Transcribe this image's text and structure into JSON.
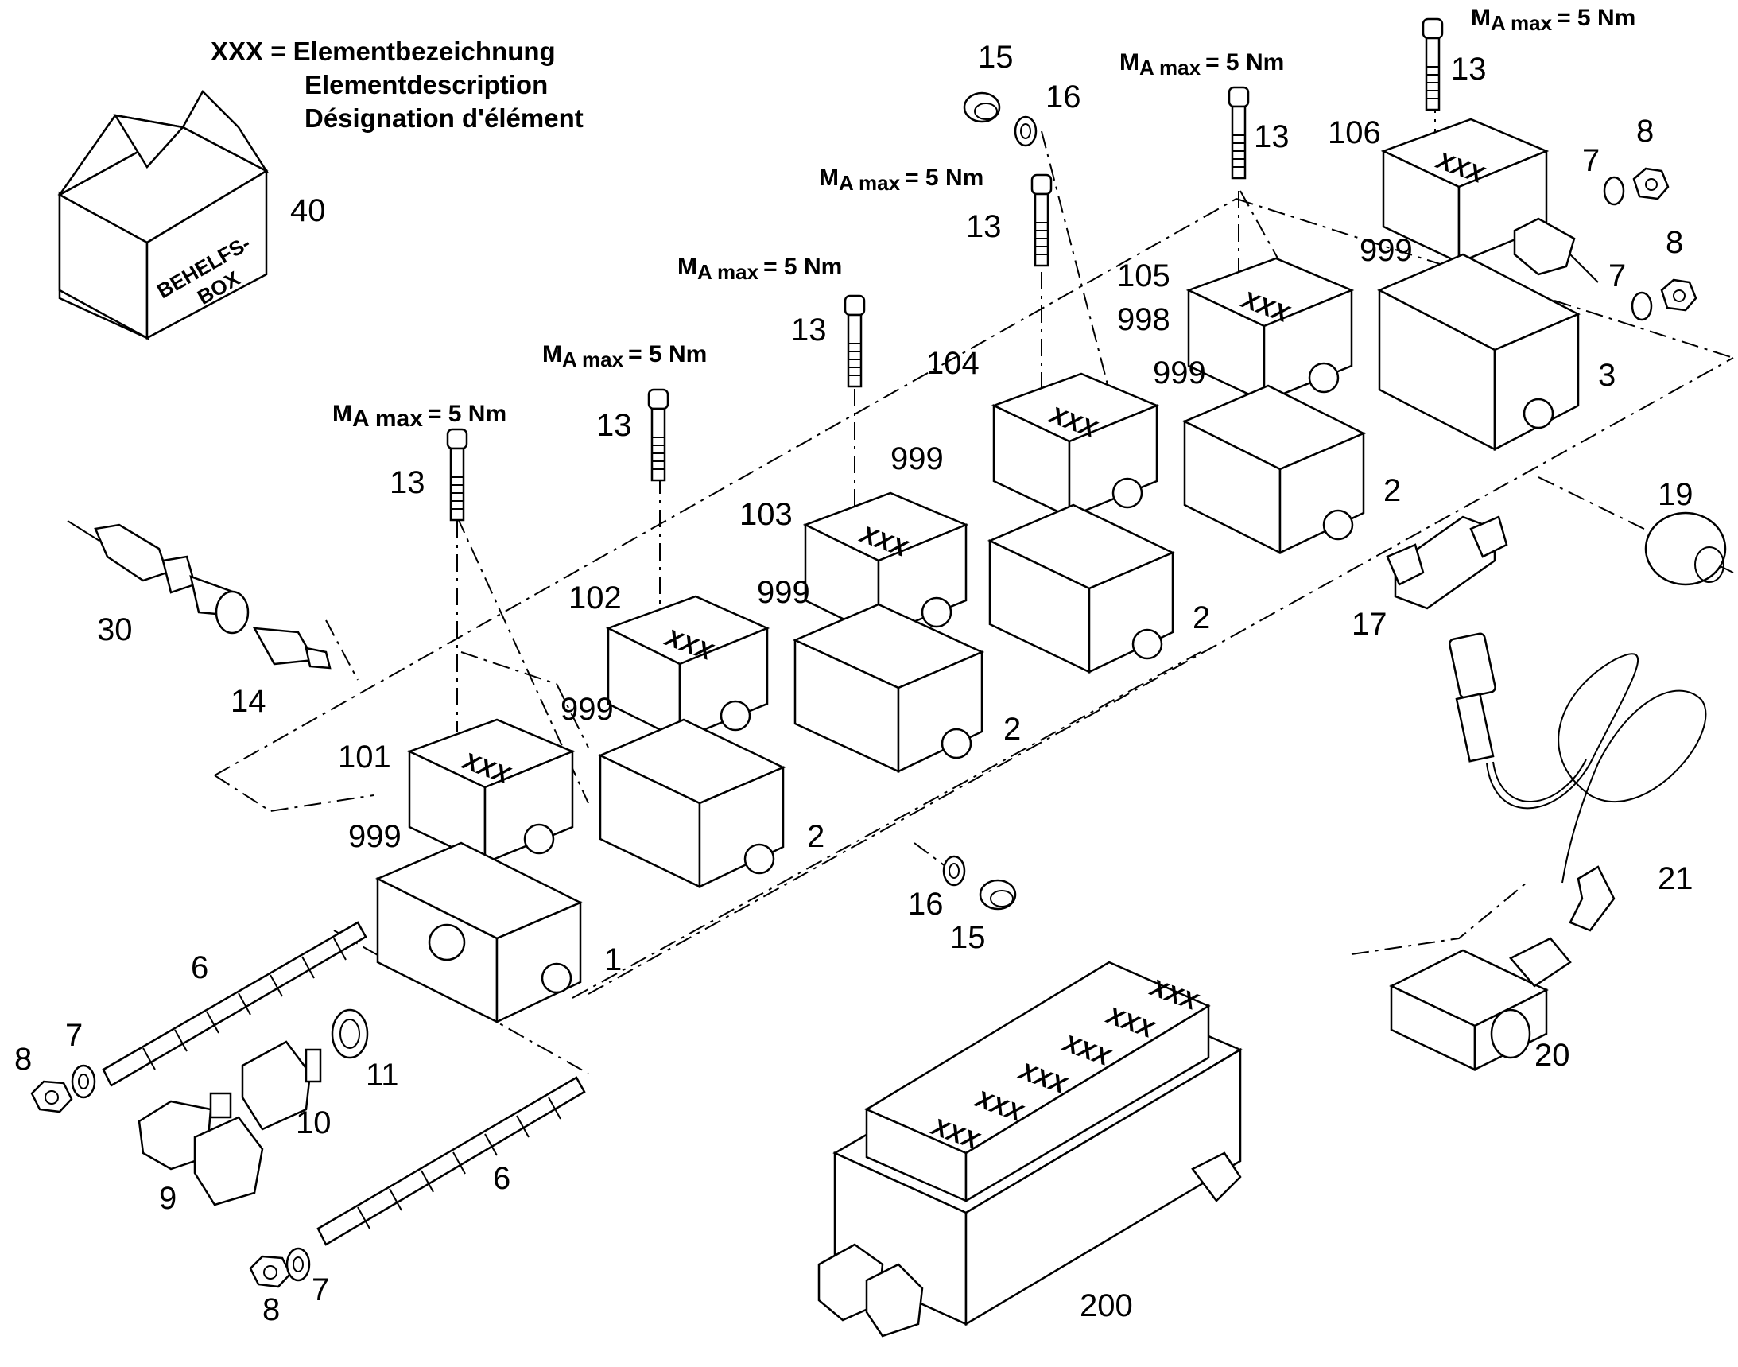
{
  "legend": {
    "line1": "XXX = Elementbezeichnung",
    "line2": "Elementdescription",
    "line3": "Désignation d'élément"
  },
  "box_label": {
    "line1": "BEHELFS-",
    "line2": "BOX"
  },
  "element_mark": "XXX",
  "torque": {
    "prefix": "M",
    "sub": "A max",
    "value": "= 5 Nm"
  },
  "callouts": {
    "c40": "40",
    "c30": "30",
    "c14": "14",
    "c13a": "13",
    "c13b": "13",
    "c13c": "13",
    "c13d": "13",
    "c13e": "13",
    "c13f": "13",
    "c15a": "15",
    "c16a": "16",
    "c15b": "15",
    "c16b": "16",
    "c101": "101",
    "c102": "102",
    "c103": "103",
    "c104": "104",
    "c105": "105",
    "c106": "106",
    "c999a": "999",
    "c999b": "999",
    "c999c": "999",
    "c999d": "999",
    "c999e": "999",
    "c999f": "999",
    "c998": "998",
    "c1": "1",
    "c2a": "2",
    "c2b": "2",
    "c2c": "2",
    "c2d": "2",
    "c3": "3",
    "c6a": "6",
    "c6b": "6",
    "c7a": "7",
    "c7b": "7",
    "c7c": "7",
    "c7d": "7",
    "c8a": "8",
    "c8b": "8",
    "c8c": "8",
    "c8d": "8",
    "c9": "9",
    "c10": "10",
    "c11": "11",
    "c17": "17",
    "c19": "19",
    "c20": "20",
    "c21": "21",
    "c200": "200"
  }
}
